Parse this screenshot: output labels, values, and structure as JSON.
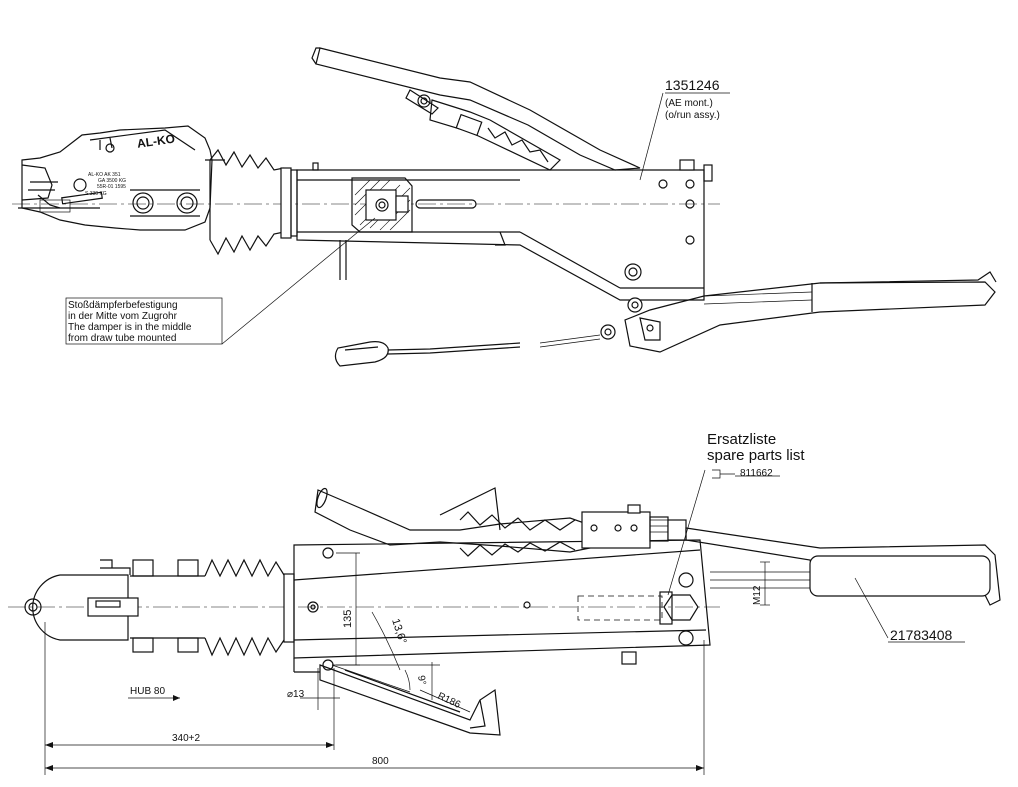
{
  "top_view": {
    "part_number": "1351246",
    "part_note_line1": "(AE mont.)",
    "part_note_line2": "(o/run assy.)",
    "brand_logo": "AL-KO",
    "plate_line1": "AL-KO AK 351",
    "plate_line2": "GA 3500 KG",
    "plate_line3": "55R-01 1595",
    "plate_line4": "S 330 KG",
    "damper_note": [
      "Stoßdämpferbefestigung",
      "in der Mitte vom Zugrohr",
      "The damper is in the middle",
      "from draw tube mounted"
    ]
  },
  "side_view": {
    "spare_title_de": "Ersatzliste",
    "spare_title_en": "spare parts list",
    "spare_number": "811662",
    "handle_number": "21783408",
    "thread": "M12",
    "dim_135": "135",
    "angle_13_6": "13,6°",
    "angle_9": "9°",
    "radius": "R186",
    "bore": "⌀13",
    "stroke": "HUB 80",
    "dim_340": "340+2",
    "dim_800": "800"
  }
}
